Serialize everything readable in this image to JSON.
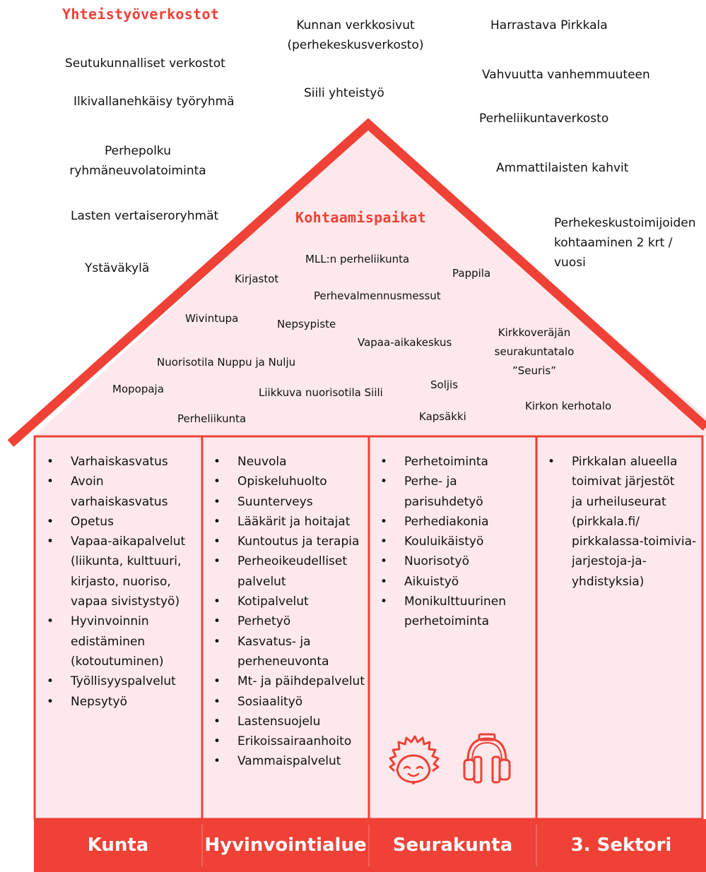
{
  "colors": {
    "accent": "#ef4136",
    "house_fill": "#fde8ec",
    "footer_text": "#ffffff"
  },
  "network": {
    "heading": "Yhteistyöverkostot",
    "items": [
      "Seutukunnalliset verkostot",
      "Ilkivallanehkäisy työryhmä",
      "Perhepolku\nryhmäneuvolatoiminta",
      "Lasten vertaiseroryhmät",
      "Ystäväkylä",
      "Kunnan verkkosivut\n(perhekeskusverkosto)",
      "Siili yhteistyö",
      "Harrastava Pirkkala",
      "Vahvuutta vanhemmuuteen",
      "Perheliikuntaverkosto",
      "Ammattilaisten kahvit",
      "Perhekeskustoimijoiden\nkohtaaminen 2 krt / vuosi"
    ]
  },
  "meeting_places": {
    "heading": "Kohtaamispaikat",
    "items": [
      "MLL:n perheliikunta",
      "Kirjastot",
      "Pappila",
      "Perhevalmennusmessut",
      "Wivintupa",
      "Nepsypiste",
      "Kirkkoveräjän\nseurakuntatalo\n”Seuris”",
      "Vapaa-aikakeskus",
      "Nuorisotila Nuppu ja Nulju",
      "Soljis",
      "Mopopaja",
      "Liikkuva nuorisotila Siili",
      "Kirkon kerhotalo",
      "Perheliikunta",
      "Kapsäkki"
    ]
  },
  "columns": [
    {
      "footer": "Kunta",
      "items": [
        "Varhaiskasvatus",
        "Avoin\nvarhaiskasvatus",
        "Opetus",
        "Vapaa-aikapalvelut\n(liikunta, kulttuuri,\nkirjasto, nuoriso,\nvapaa sivistystyö)",
        "Hyvinvoinnin\nedistäminen\n(kotoutuminen)",
        "Työllisyyspalvelut",
        "Nepsytyö"
      ]
    },
    {
      "footer": "Hyvinvointialue",
      "items": [
        "Neuvola",
        "Opiskeluhuolto",
        "Suunterveys",
        "Lääkärit ja hoitajat",
        "Kuntoutus ja terapia",
        "Perheoikeudelliset\npalvelut",
        "Kotipalvelut",
        "Perhetyö",
        "Kasvatus- ja\nperheneuvonta",
        "Mt- ja päihdepalvelut",
        "Sosiaalityö",
        "Lastensuojelu",
        "Erikoissairaanhoito",
        "Vammaispalvelut"
      ]
    },
    {
      "footer": "Seurakunta",
      "items": [
        "Perhetoiminta",
        "Perhe- ja\nparisuhdetyö",
        "Perhediakonia",
        "Kouluikäistyö",
        "Nuorisotyö",
        "Aikuistyö",
        "Monikulttuurinen\nperhetoiminta"
      ]
    },
    {
      "footer": "3. Sektori",
      "items": [
        "Pirkkalan alueella\ntoimivat järjestöt\nja urheiluseurat\n(pirkkala.fi/\npirkkalassa-toimivia-\njarjestoja-ja-\nyhdistyksia)"
      ]
    }
  ],
  "icons": {
    "mascot_left": "hedgehog-icon",
    "mascot_right": "headphones-icon"
  }
}
